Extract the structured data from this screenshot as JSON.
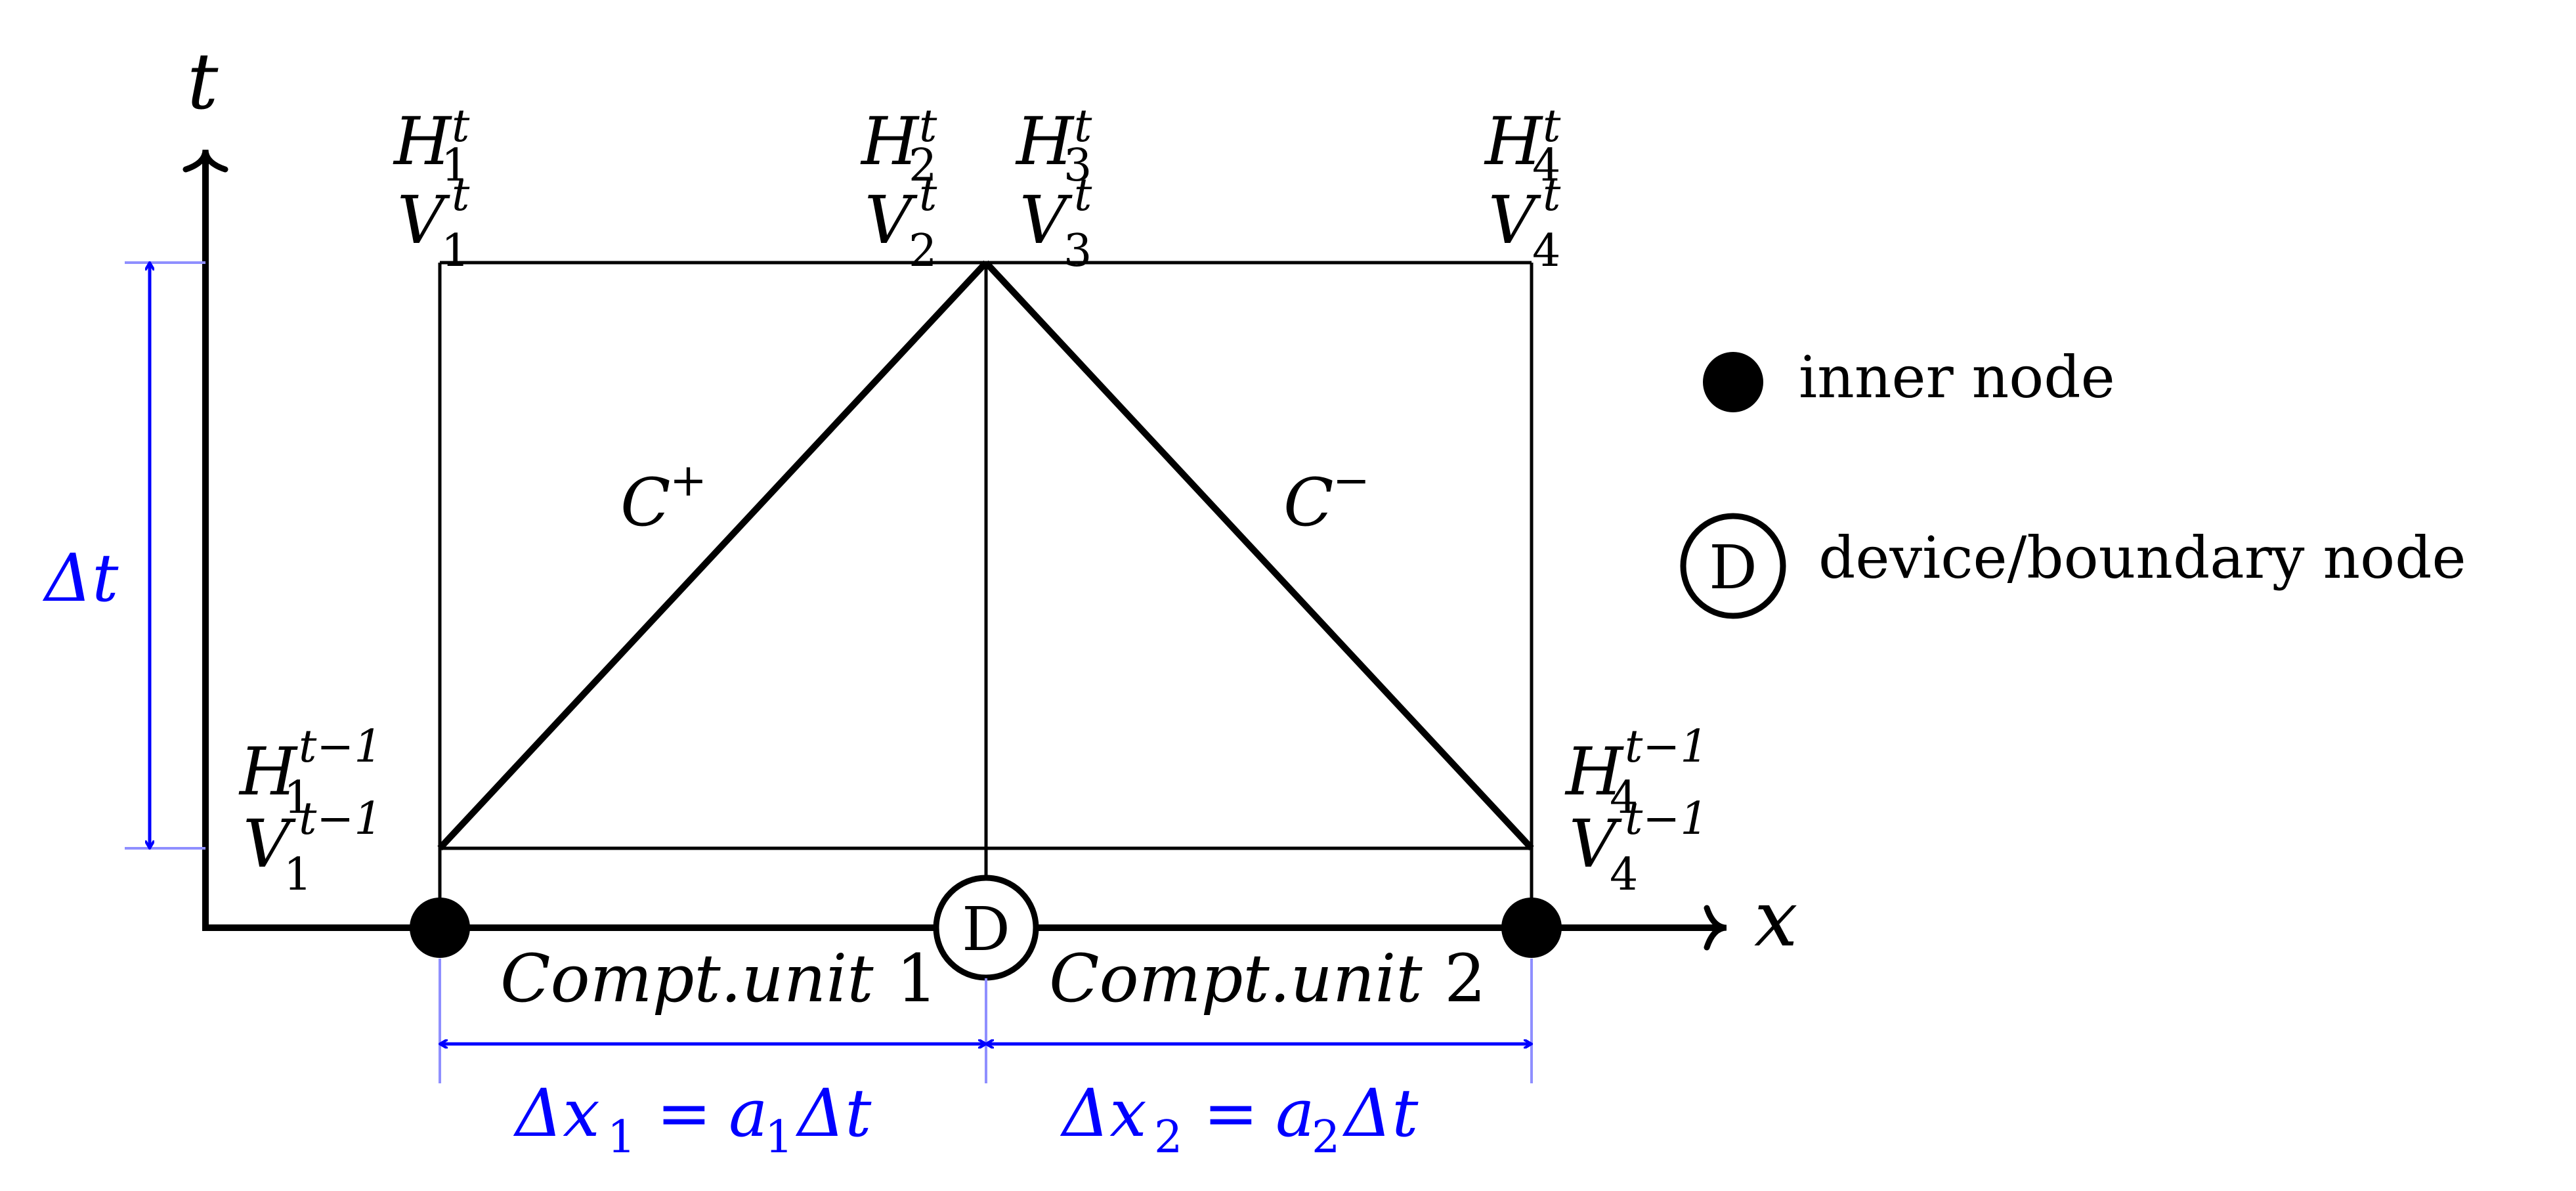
{
  "colors": {
    "ink": "#000000",
    "dim": "#0000ff",
    "dim_light": "#8f8fff",
    "bg": "#ffffff"
  },
  "axes": {
    "x_label": "x",
    "t_label": "t"
  },
  "nodes_top": [
    {
      "H": "H",
      "sub": "1",
      "sup": "t",
      "V": "V"
    },
    {
      "H": "H",
      "sub": "2",
      "sup": "t",
      "V": "V"
    },
    {
      "H": "H",
      "sub": "3",
      "sup": "t",
      "V": "V"
    },
    {
      "H": "H",
      "sub": "4",
      "sup": "t",
      "V": "V"
    }
  ],
  "nodes_bottom": [
    {
      "H": "H",
      "sub": "1",
      "sup": "t−1",
      "V": "V"
    },
    {
      "H": "H",
      "sub": "4",
      "sup": "t−1",
      "V": "V"
    }
  ],
  "characteristics": {
    "plus": {
      "base": "C",
      "sup": "+"
    },
    "minus": {
      "base": "C",
      "sup": "−"
    }
  },
  "device_marker": "D",
  "units": [
    {
      "label": "Compt.unit",
      "number": "1"
    },
    {
      "label": "Compt.unit",
      "number": "2"
    }
  ],
  "dims": {
    "dt": "Δt",
    "dx1": {
      "lhs": "Δx",
      "sub": "1",
      "eq": "=",
      "a": "a",
      "asub": "1",
      "rhs": "Δt"
    },
    "dx2": {
      "lhs": "Δx",
      "sub": "2",
      "eq": "=",
      "a": "a",
      "asub": "2",
      "rhs": "Δt"
    }
  },
  "legend": {
    "inner": "inner node",
    "boundary": "device/boundary node"
  }
}
